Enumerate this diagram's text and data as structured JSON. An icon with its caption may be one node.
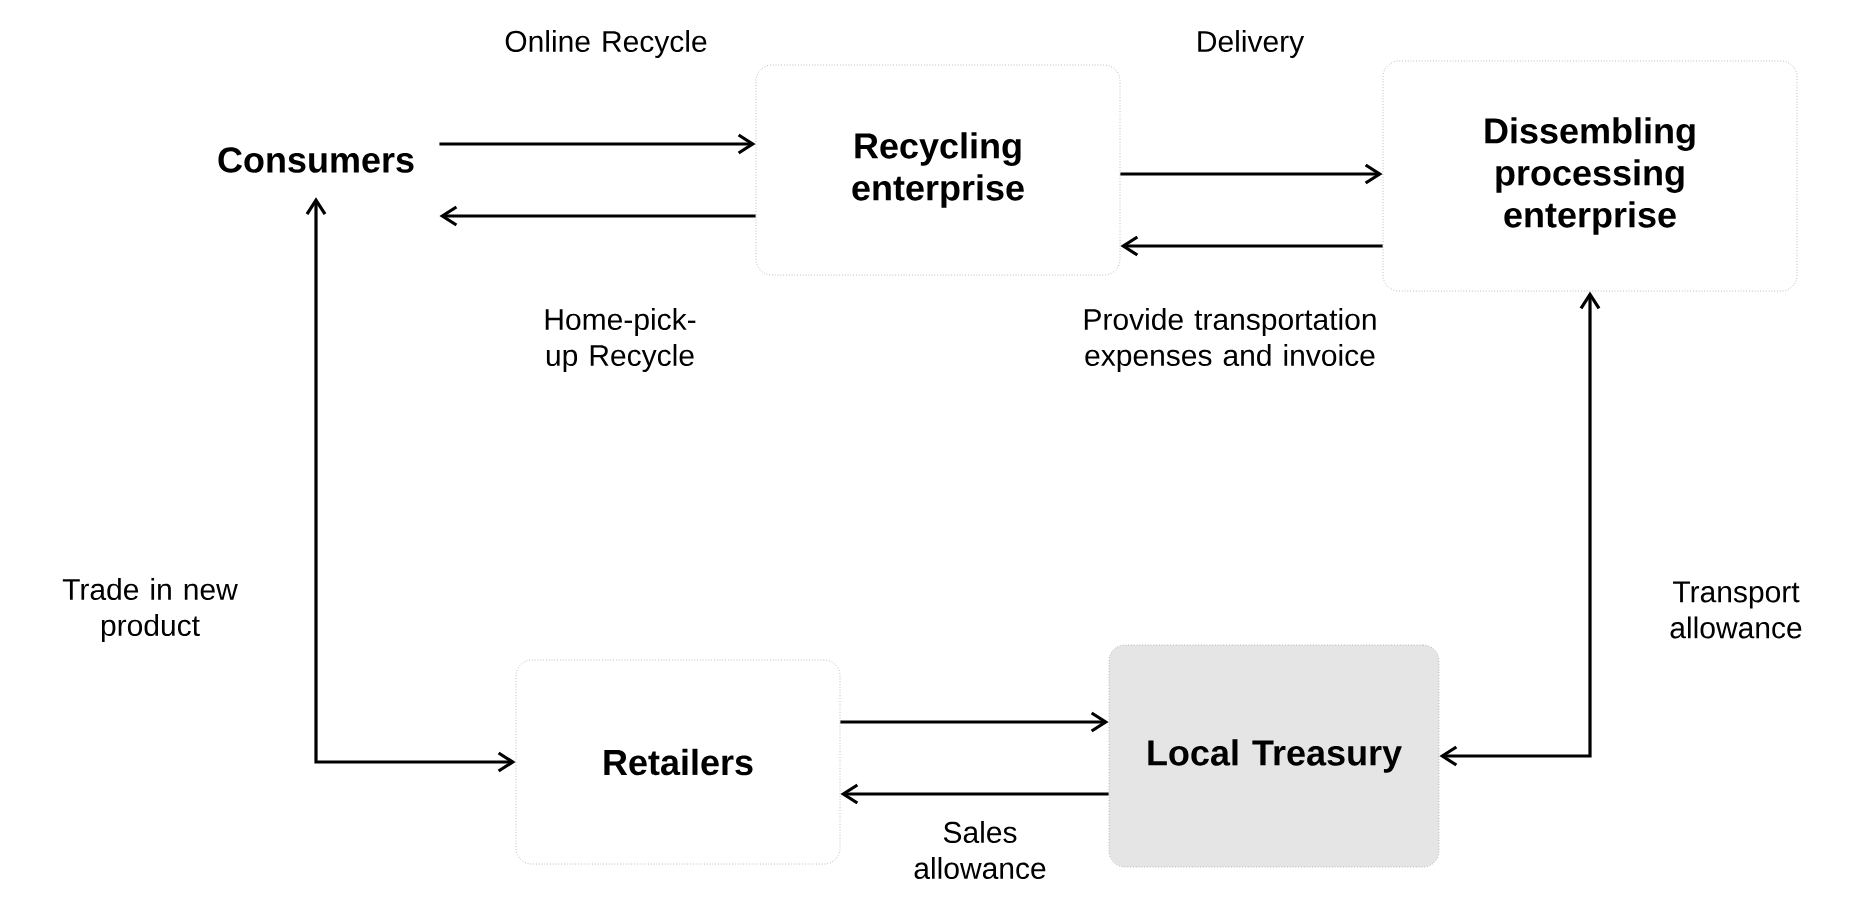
{
  "diagram": {
    "nodes": [
      {
        "text": [
          "Consumers"
        ]
      },
      {
        "text": [
          "Recycling enterprise"
        ]
      },
      {
        "text": [
          "Dissembling processing enterprise"
        ]
      },
      {
        "text": [
          "Retailers"
        ]
      },
      {
        "text": [
          "Local Treasury"
        ]
      }
    ],
    "edges": [
      {
        "from": 0,
        "to": 1,
        "arrow": "to",
        "label": "Online Recycle"
      },
      {
        "from": 1,
        "to": 0,
        "arrow": "to",
        "label": "Home-pick-up Recycle"
      },
      {
        "from": 1,
        "to": 2,
        "arrow": "to",
        "label": "Delivery"
      },
      {
        "from": 2,
        "to": 1,
        "arrow": "to",
        "label": "Provide transportation expenses and invoice"
      },
      {
        "from": 0,
        "to": 3,
        "arrow": "both",
        "label": "Trade in new product"
      },
      {
        "from": 3,
        "to": 4,
        "arrow": "to"
      },
      {
        "from": 4,
        "to": 3,
        "arrow": "to",
        "label": "Sales allowance"
      },
      {
        "from": 4,
        "to": 2,
        "arrow": "both",
        "label": "Transport allowance"
      }
    ]
  }
}
